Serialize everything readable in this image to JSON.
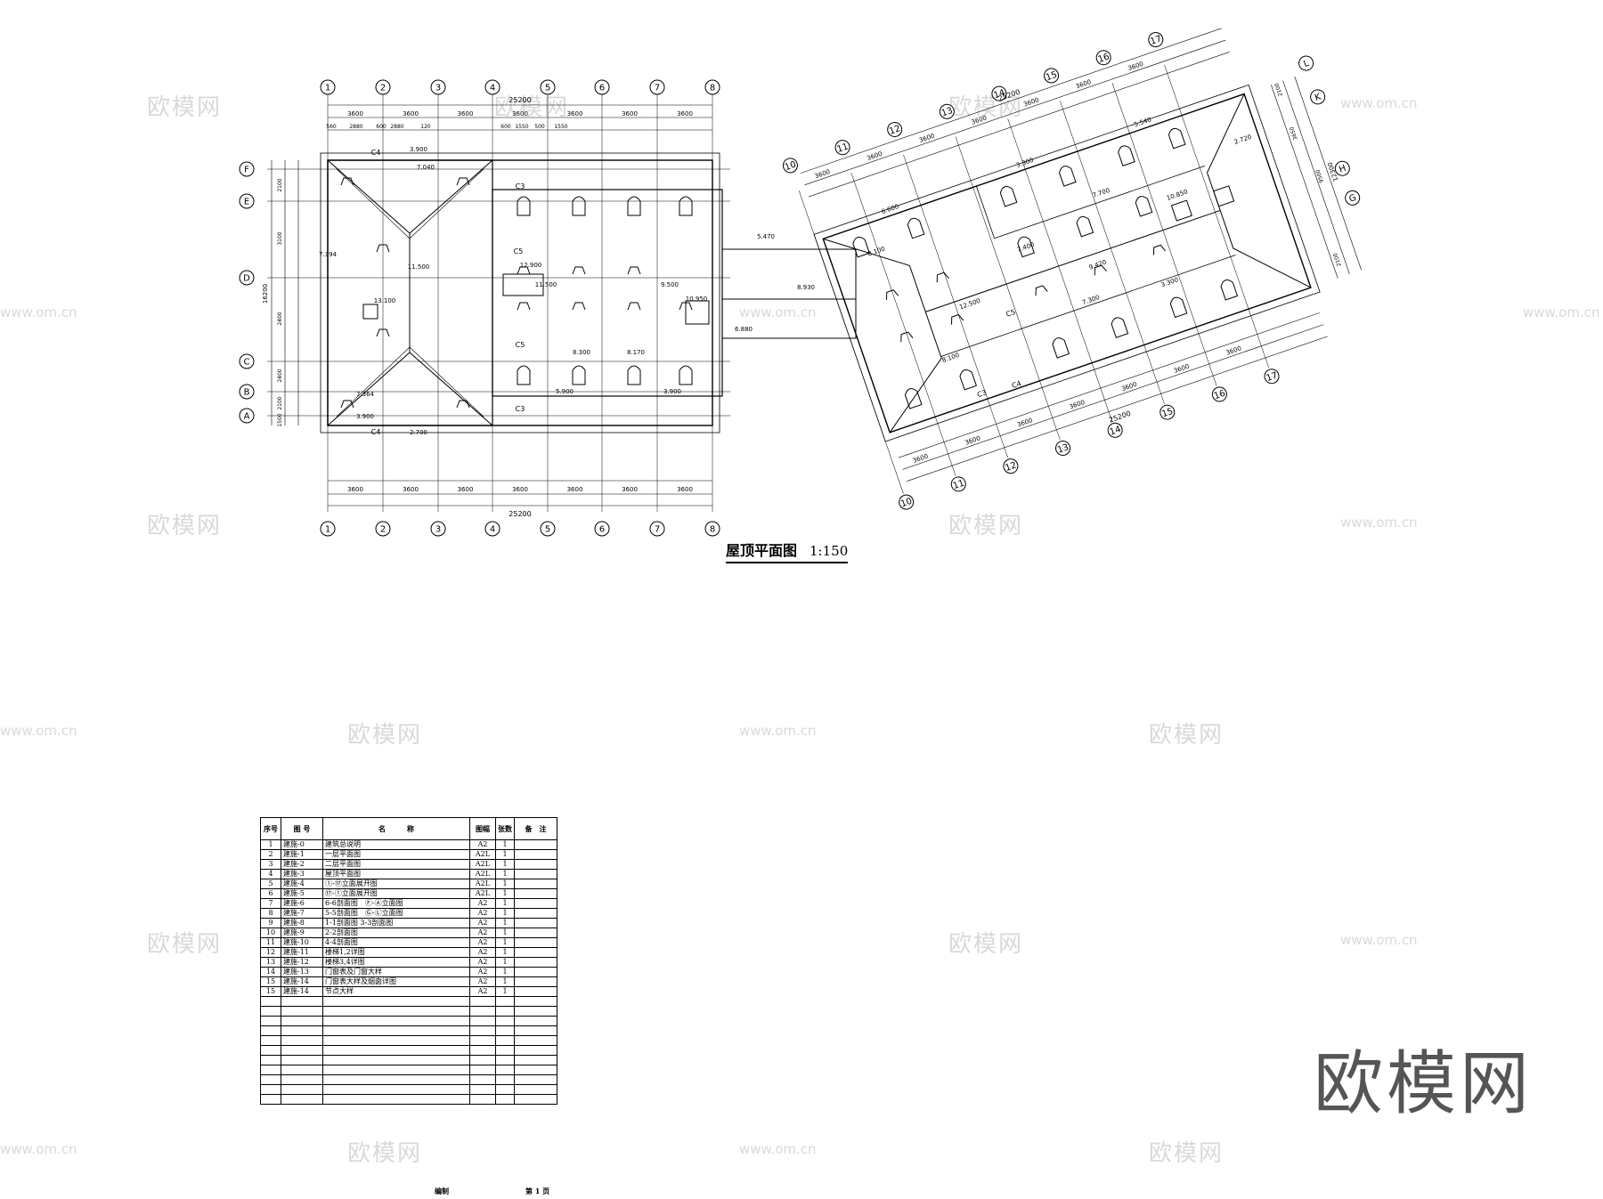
{
  "drawing": {
    "title": "屋顶平面图",
    "scale": "1:150",
    "brand_mark": "欧模网",
    "watermark_brand": "欧模网",
    "watermark_url": "www.om.cn"
  },
  "left_plan": {
    "axes_top": [
      "1",
      "2",
      "3",
      "4",
      "5",
      "6",
      "7",
      "8"
    ],
    "axes_side": [
      "F",
      "E",
      "D",
      "C",
      "B",
      "A"
    ],
    "dim_total": "25200",
    "dim_bays": [
      "3600",
      "3600",
      "3600",
      "3600",
      "3600",
      "3600",
      "3600"
    ],
    "dim_depth": "16200",
    "dim_side": [
      "2100",
      "3100",
      "2400",
      "2400",
      "2100",
      "1500"
    ],
    "dim_detail": [
      "560",
      "2880",
      "600",
      "2880",
      "120",
      "600",
      "1550",
      "500",
      "1550"
    ],
    "elevations": [
      "3.900",
      "7.040",
      "11.500",
      "11.500",
      "9.500",
      "10.950",
      "8.300",
      "8.170",
      "5.900",
      "3.900",
      "7.364",
      "7.394",
      "13.100",
      "12.900",
      "2.700",
      "3.900"
    ],
    "labels": [
      "C3",
      "C4",
      "C5",
      "C3",
      "C4",
      "C5"
    ]
  },
  "connector": {
    "elevations": [
      "5.470",
      "8.930",
      "6.880"
    ]
  },
  "right_plan": {
    "axes_a": [
      "10",
      "11",
      "12",
      "13",
      "14",
      "15",
      "16",
      "17"
    ],
    "axes_b": [
      "L",
      "K",
      "H",
      "G"
    ],
    "dim_total": "25200",
    "dim_bays": [
      "3600",
      "3600",
      "3600",
      "3600",
      "3600",
      "3600",
      "3600"
    ],
    "dim_depth": "12300",
    "dim_side": [
      "2100",
      "3650",
      "9500",
      "2100"
    ],
    "elevations": [
      "6.600",
      "8.100",
      "3.300",
      "5.540",
      "7.700",
      "7.400",
      "12.500",
      "9.420",
      "7.300",
      "8.100",
      "10.850",
      "2.720",
      "3.300"
    ],
    "labels": [
      "C3",
      "C5",
      "C4"
    ]
  },
  "index_table": {
    "headers": [
      "序号",
      "图 号",
      "名　　　称",
      "图幅",
      "张数",
      "备　注"
    ],
    "rows": [
      [
        "1",
        "建施-0",
        "建筑总说明",
        "A2",
        "1",
        ""
      ],
      [
        "2",
        "建施-1",
        "一层平面图",
        "A2L",
        "1",
        ""
      ],
      [
        "3",
        "建施-2",
        "二层平面图",
        "A2L",
        "1",
        ""
      ],
      [
        "4",
        "建施-3",
        "屋顶平面图",
        "A2L",
        "1",
        ""
      ],
      [
        "5",
        "建施-4",
        "①-⑰立面展开图",
        "A2L",
        "1",
        ""
      ],
      [
        "6",
        "建施-5",
        "⑰-①立面展开图",
        "A2L",
        "1",
        ""
      ],
      [
        "7",
        "建施-6",
        "6-6剖面图　Ⓕ-Ⓐ立面图",
        "A2",
        "1",
        ""
      ],
      [
        "8",
        "建施-7",
        "5-5剖面图　Ⓖ-Ⓛ立面图",
        "A2",
        "1",
        ""
      ],
      [
        "9",
        "建施-8",
        "1-1剖面图 3-3剖面图",
        "A2",
        "1",
        ""
      ],
      [
        "10",
        "建施-9",
        "2-2剖面图",
        "A2",
        "1",
        ""
      ],
      [
        "11",
        "建施-10",
        "4-4剖面图",
        "A2",
        "1",
        ""
      ],
      [
        "12",
        "建施-11",
        "楼梯1,2详图",
        "A2",
        "1",
        ""
      ],
      [
        "13",
        "建施-12",
        "楼梯3,4详图",
        "A2",
        "1",
        ""
      ],
      [
        "14",
        "建施-13",
        "门窗表及门窗大样",
        "A2",
        "1",
        ""
      ],
      [
        "15",
        "建施-14",
        "门窗表大样及烟囱详图",
        "A2",
        "1",
        ""
      ],
      [
        "15",
        "建施-14",
        "节点大样",
        "A2",
        "1",
        ""
      ]
    ],
    "empty_rows": 11,
    "footer_left": "编制",
    "footer_right": "第 1 页"
  }
}
